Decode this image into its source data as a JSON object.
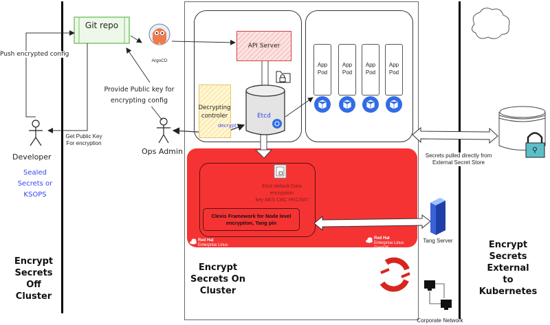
{
  "zones": {
    "off_cluster": {
      "title": [
        "Encrypt",
        "Secrets",
        "Off",
        "Cluster"
      ]
    },
    "on_cluster": {
      "title": [
        "Encrypt",
        "Secrets On",
        "Cluster"
      ]
    },
    "external": {
      "title": [
        "Encrypt",
        "Secrets",
        "External",
        "to",
        "Kubernetes"
      ]
    }
  },
  "left": {
    "git_repo": "Git repo",
    "push_label": "Push encrypted config",
    "get_key_label": [
      "Get Public Key",
      "For encryption"
    ],
    "developer_label": "Developer",
    "tools_label": [
      "Sealed",
      "Secrets or",
      "KSOPS"
    ],
    "provide_key_label": [
      "Provide Public key for",
      "encrypting config"
    ],
    "ops_admin_label": "Ops Admin",
    "argocd_label": "ArgoCD"
  },
  "cluster": {
    "api_server": "API Server",
    "decrypting_controller": [
      "Decrypting",
      "controler"
    ],
    "decrypt_label": "decrypt",
    "etcd": "Etcd",
    "pods": [
      {
        "label": [
          "App",
          "Pod"
        ]
      },
      {
        "label": [
          "App",
          "Pod"
        ]
      },
      {
        "label": [
          "App",
          "Pod"
        ]
      },
      {
        "label": [
          "App",
          "Pod"
        ]
      }
    ],
    "etcd_encryption": [
      "Etcd default Data",
      "encryption",
      "key AES CBC PKCS#7"
    ],
    "clevis": [
      "Clevis Framework for Node level",
      "encryption, Tang pin"
    ],
    "rhel_logo": {
      "brand": "Red Hat",
      "product": "Enterprise Linux"
    },
    "rhcos_logo": {
      "brand": "Red Hat",
      "product": [
        "Enterprise Linux",
        "CoreOS"
      ]
    }
  },
  "right": {
    "secrets_pulled_label": [
      "Secrets pulled directly from",
      "External Secret Store"
    ],
    "tang_server_label": "Tang Server",
    "corporate_network_label": "Corporate Network"
  },
  "colors": {
    "redhat_red": "#f53333",
    "openshift_red": "#d7261e",
    "k8s_blue": "#326ce5",
    "sealed_blue": "#3344ee",
    "git_green": "#7cc56a",
    "lock_teal": "#5bbfc7"
  }
}
